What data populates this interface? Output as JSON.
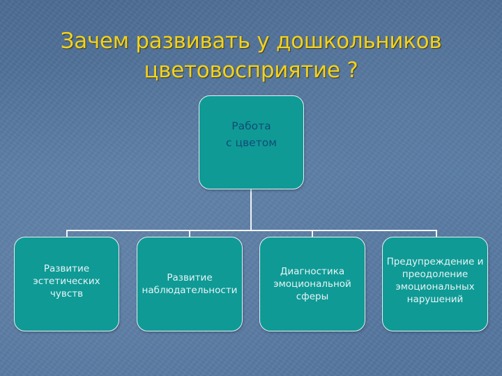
{
  "slide": {
    "title_line1": "Зачем развивать у дошкольников",
    "title_line2": "цветовосприятие ?",
    "colors": {
      "title": "#f3d21c",
      "box_fill": "#0f9a96",
      "box_border": "#e6f2f2",
      "root_text": "#114d74",
      "child_text": "#e8f4f4",
      "connector": "#f2f4f7",
      "background": "#557aa0"
    }
  },
  "diagram": {
    "root": {
      "label": "Работа\nс цветом"
    },
    "children": [
      {
        "label": "Развитие\nэстетических\nчувств"
      },
      {
        "label": "Развитие\nнаблюдательности"
      },
      {
        "label": "Диагностика\nэмоциональной\nсферы"
      },
      {
        "label": "Предупреждение и\nпреодоление\nэмоциональных\nнарушений"
      }
    ]
  }
}
